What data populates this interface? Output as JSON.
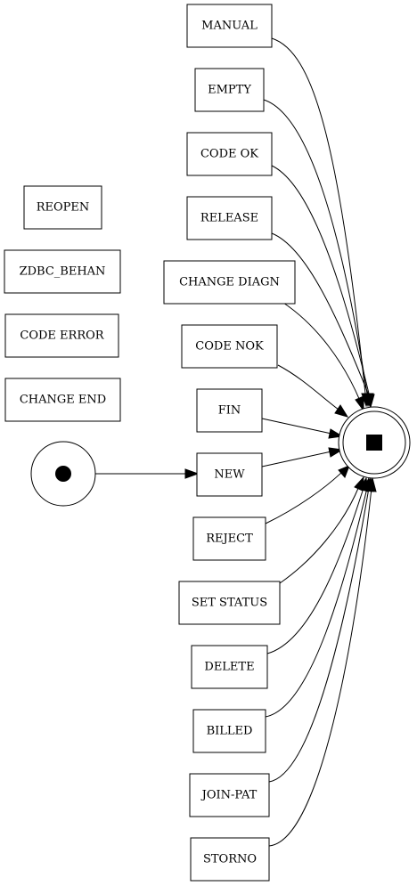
{
  "diagram": {
    "nodes": [
      {
        "id": "manual",
        "label": "MANUAL"
      },
      {
        "id": "empty",
        "label": "EMPTY"
      },
      {
        "id": "code_ok",
        "label": "CODE OK"
      },
      {
        "id": "release",
        "label": "RELEASE"
      },
      {
        "id": "change_diagn",
        "label": "CHANGE DIAGN"
      },
      {
        "id": "code_nok",
        "label": "CODE NOK"
      },
      {
        "id": "fin",
        "label": "FIN"
      },
      {
        "id": "new",
        "label": "NEW"
      },
      {
        "id": "reject",
        "label": "REJECT"
      },
      {
        "id": "set_status",
        "label": "SET STATUS"
      },
      {
        "id": "delete",
        "label": "DELETE"
      },
      {
        "id": "billed",
        "label": "BILLED"
      },
      {
        "id": "join_pat",
        "label": "JOIN-PAT"
      },
      {
        "id": "storno",
        "label": "STORNO"
      },
      {
        "id": "reopen",
        "label": "REOPEN"
      },
      {
        "id": "zdbc_behan",
        "label": "ZDBC_BEHAN"
      },
      {
        "id": "code_error",
        "label": "CODE ERROR"
      },
      {
        "id": "change_end",
        "label": "CHANGE END"
      }
    ],
    "edges": [
      {
        "from": "start",
        "to": "new"
      },
      {
        "from": "manual",
        "to": "end"
      },
      {
        "from": "empty",
        "to": "end"
      },
      {
        "from": "code_ok",
        "to": "end"
      },
      {
        "from": "release",
        "to": "end"
      },
      {
        "from": "change_diagn",
        "to": "end"
      },
      {
        "from": "code_nok",
        "to": "end"
      },
      {
        "from": "fin",
        "to": "end"
      },
      {
        "from": "new",
        "to": "end"
      },
      {
        "from": "reject",
        "to": "end"
      },
      {
        "from": "set_status",
        "to": "end"
      },
      {
        "from": "delete",
        "to": "end"
      },
      {
        "from": "billed",
        "to": "end"
      },
      {
        "from": "join_pat",
        "to": "end"
      },
      {
        "from": "storno",
        "to": "end"
      }
    ]
  }
}
